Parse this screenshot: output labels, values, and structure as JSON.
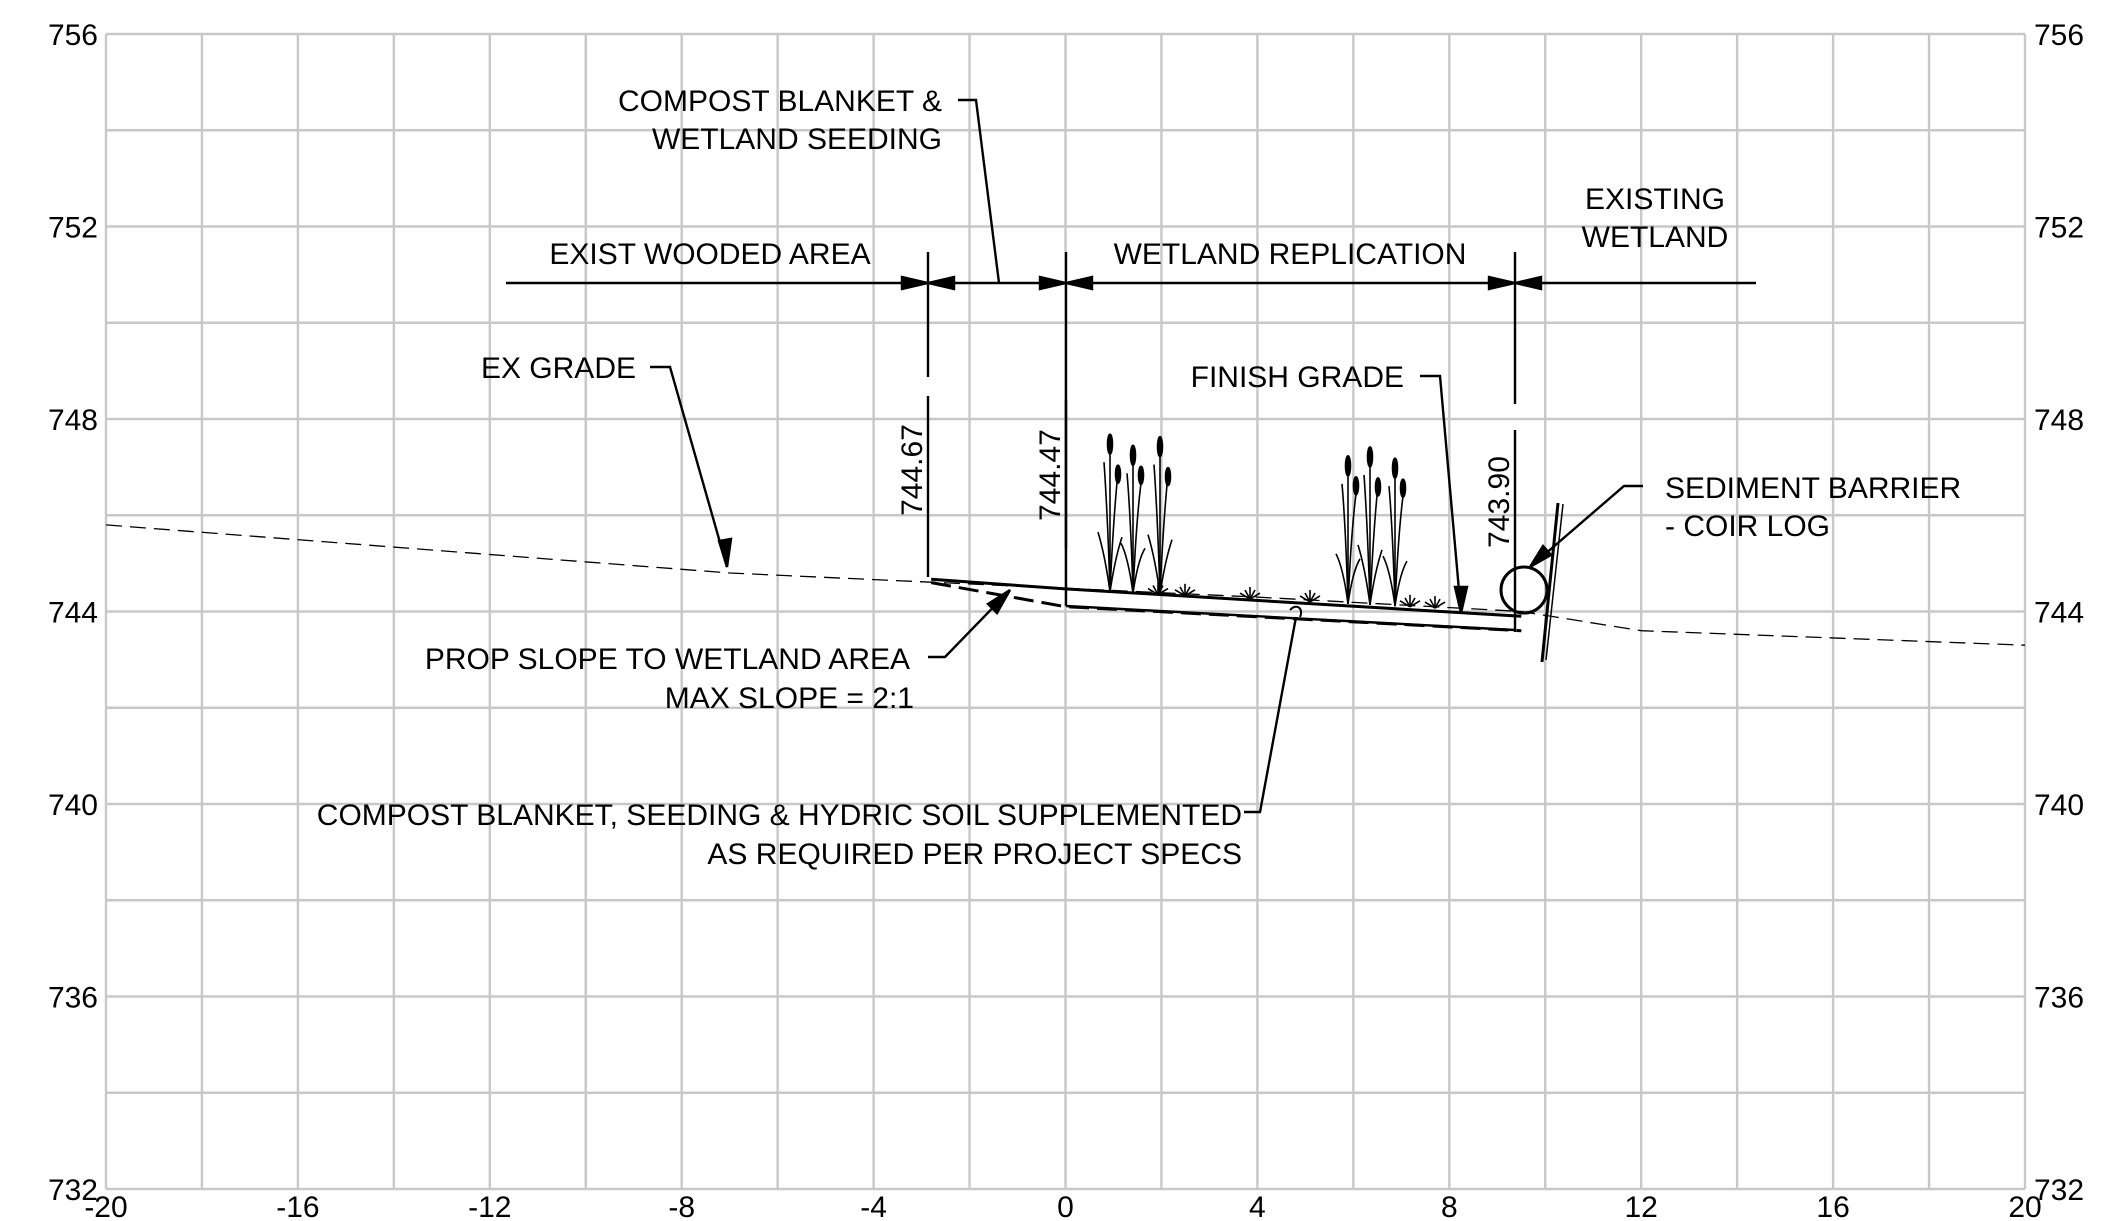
{
  "axes": {
    "x_ticks": [
      "-20",
      "-16",
      "-12",
      "-8",
      "-4",
      "0",
      "4",
      "8",
      "12",
      "16",
      "20"
    ],
    "y_ticks": [
      "756",
      "752",
      "748",
      "744",
      "740",
      "736",
      "732"
    ],
    "x_range": [
      -20,
      20
    ],
    "y_range": [
      732,
      756
    ],
    "grid": true,
    "grid_minor_x_step": 2,
    "grid_minor_y_step": 2
  },
  "labels": {
    "compost_blanket_line1": "COMPOST BLANKET &",
    "compost_blanket_line2": "WETLAND SEEDING",
    "exist_wooded": "EXIST WOODED AREA",
    "wetland_replication": "WETLAND REPLICATION",
    "existing_wetland_line1": "EXISTING",
    "existing_wetland_line2": "WETLAND",
    "ex_grade": "EX GRADE",
    "finish_grade": "FINISH GRADE",
    "sediment_line1": "SEDIMENT BARRIER",
    "sediment_line2": "- COIR LOG",
    "prop_slope_line1": "PROP SLOPE TO WETLAND AREA",
    "prop_slope_line2": "MAX SLOPE = 2:1",
    "hydric_line1": "COMPOST BLANKET, SEEDING & HYDRIC SOIL SUPPLEMENTED",
    "hydric_line2": "AS REQUIRED PER PROJECT SPECS"
  },
  "elevations": {
    "el_1": "744.67",
    "el_2": "744.47",
    "el_3": "743.90"
  },
  "profile_data": {
    "ex_grade": [
      [
        -20,
        745.8
      ],
      [
        -7,
        744.8
      ],
      [
        4,
        744.3
      ],
      [
        9.5,
        744.0
      ],
      [
        12,
        743.6
      ],
      [
        20,
        743.3
      ]
    ],
    "finish_grade": [
      [
        -2.8,
        744.67
      ],
      [
        0,
        744.47
      ],
      [
        9.5,
        743.9
      ]
    ],
    "subgrade": [
      [
        -2.8,
        744.6
      ],
      [
        0,
        744.1
      ],
      [
        9.5,
        743.6
      ]
    ],
    "stations": [
      -2.8,
      0,
      9.5
    ],
    "coir_log_station": 9.6
  }
}
